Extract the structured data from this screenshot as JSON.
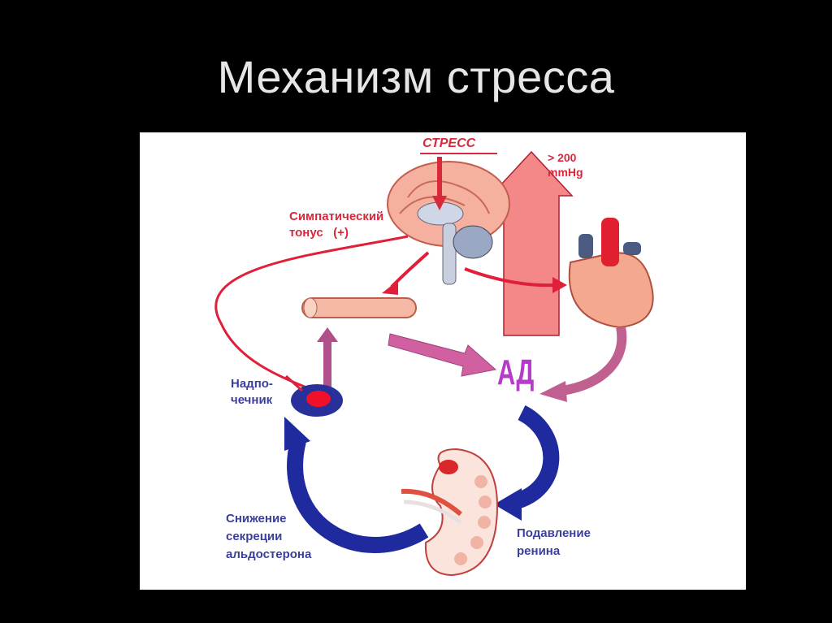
{
  "slide": {
    "title": "Механизм стресса"
  },
  "diagram": {
    "stress_label": "СТРЕСС",
    "pressure_label_1": "> 200",
    "pressure_label_2": "mmHg",
    "sympathetic_1": "Симпатический",
    "sympathetic_2": "тонус   (+)",
    "adrenal_1": "Надпо-",
    "adrenal_2": "чечник",
    "bp_label": "АД",
    "aldosterone_1": "Снижение",
    "aldosterone_2": "секреции",
    "aldosterone_3": "альдостерона",
    "renin_1": "Подавление",
    "renin_2": "ренина",
    "colors": {
      "red": "#d8283c",
      "blue": "#1f2a9e",
      "pink": "#f08080",
      "purple": "#b43cc8"
    }
  }
}
